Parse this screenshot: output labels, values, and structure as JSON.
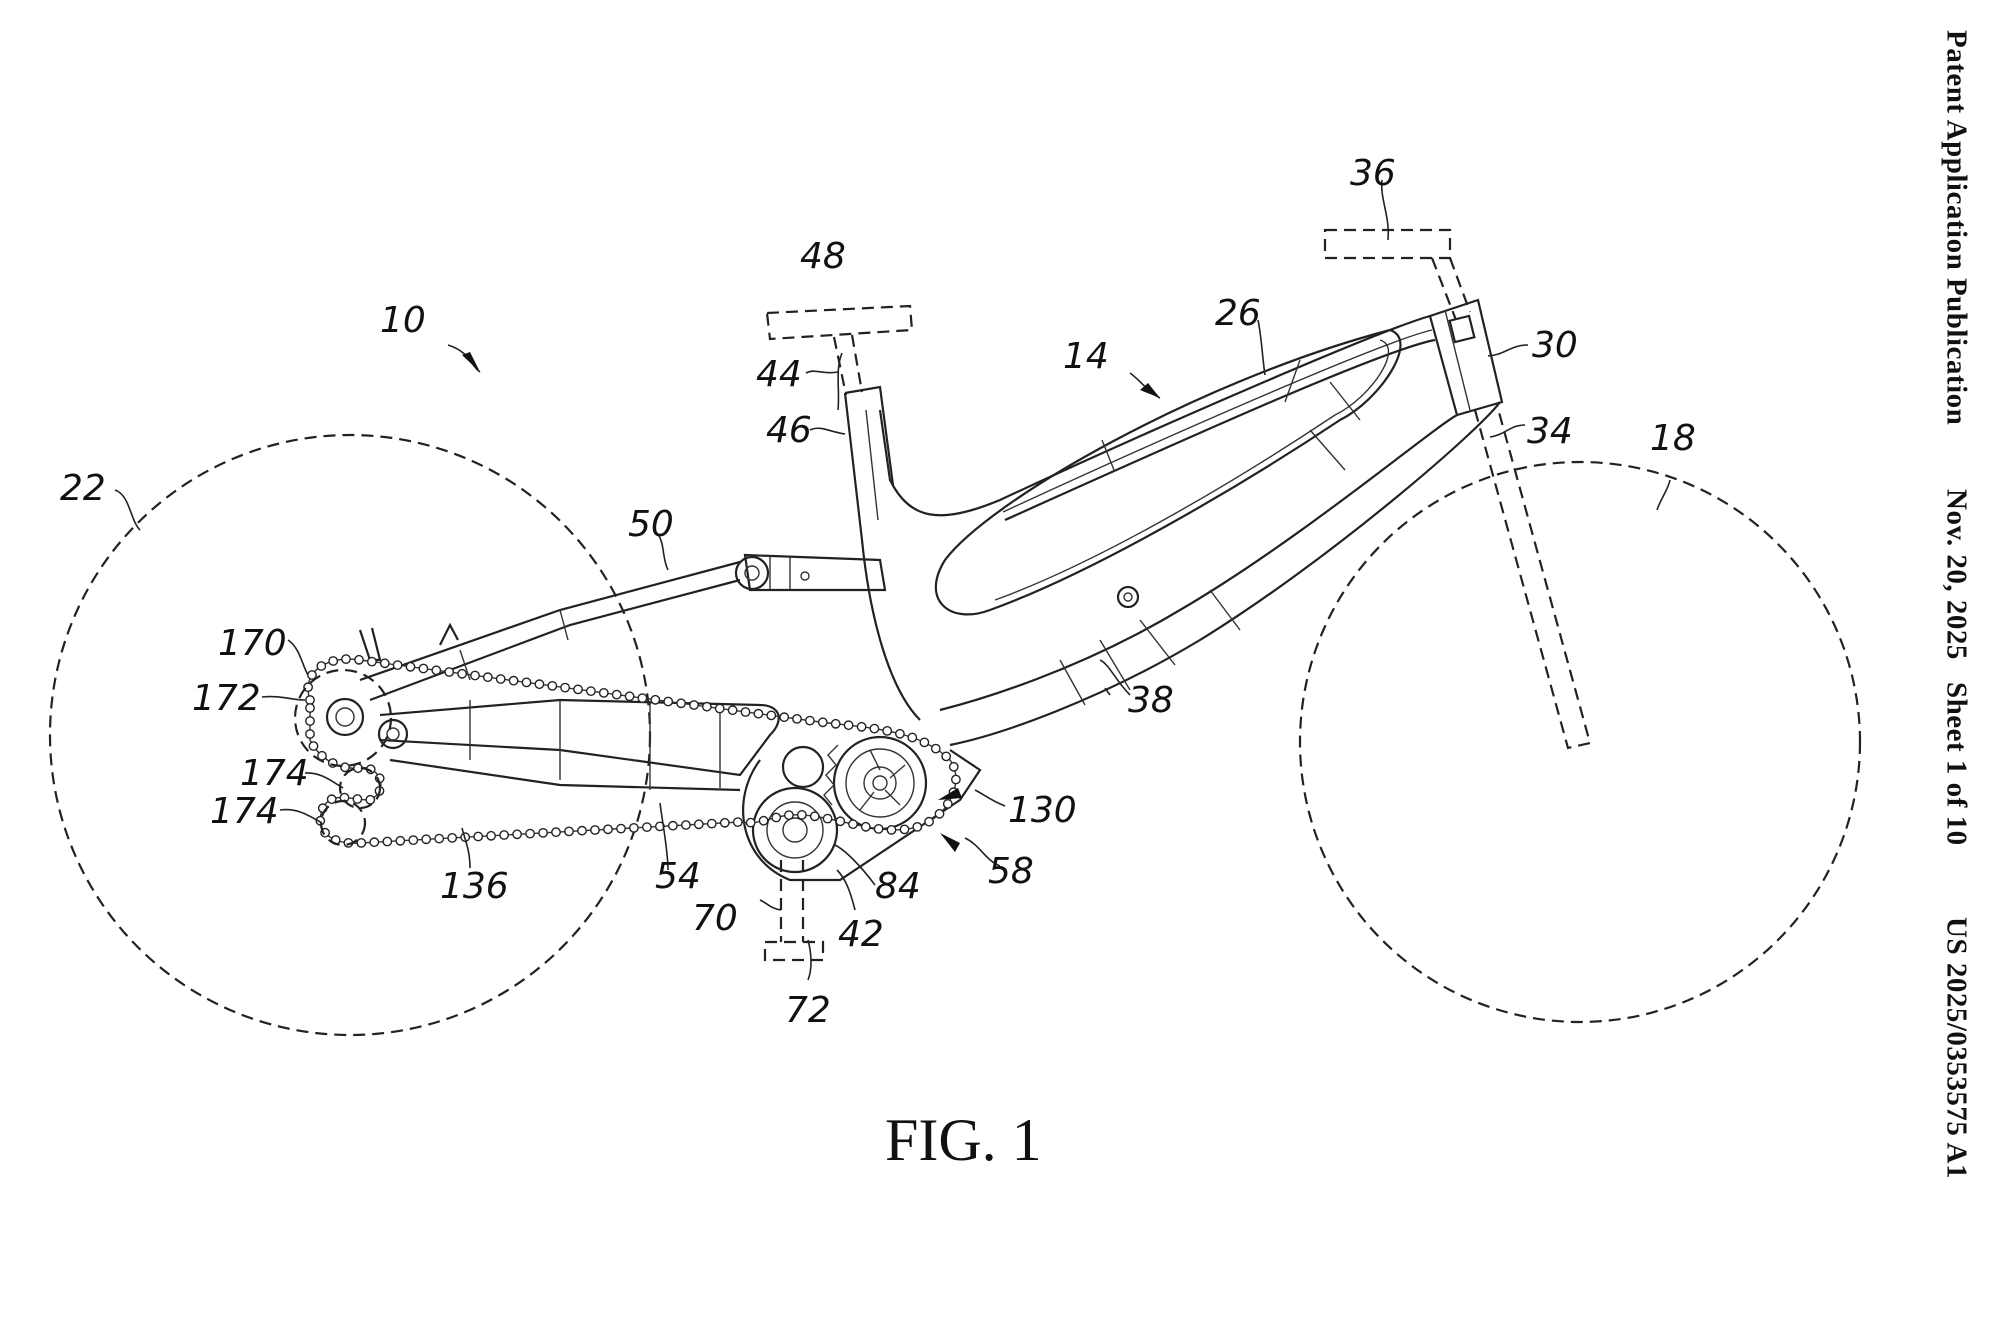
{
  "header": {
    "publication_type": "Patent Application Publication",
    "date": "Nov. 20, 2025",
    "sheet": "Sheet 1 of 10",
    "publication_number": "US 2025/0353575 A1"
  },
  "figure": {
    "caption": "FIG. 1",
    "reference_numerals": [
      {
        "id": "bicycle",
        "label": "10"
      },
      {
        "id": "frame",
        "label": "14"
      },
      {
        "id": "front-wheel",
        "label": "18"
      },
      {
        "id": "rear-wheel",
        "label": "22"
      },
      {
        "id": "top-tube",
        "label": "26"
      },
      {
        "id": "head-tube",
        "label": "30"
      },
      {
        "id": "fork",
        "label": "34"
      },
      {
        "id": "handlebar",
        "label": "36"
      },
      {
        "id": "down-tube",
        "label": "38"
      },
      {
        "id": "motor-housing",
        "label": "42"
      },
      {
        "id": "seat-post",
        "label": "44"
      },
      {
        "id": "seat-tube",
        "label": "46"
      },
      {
        "id": "saddle",
        "label": "48"
      },
      {
        "id": "seat-stay",
        "label": "50"
      },
      {
        "id": "chain-stay",
        "label": "54"
      },
      {
        "id": "drive-unit",
        "label": "58"
      },
      {
        "id": "crank-arm",
        "label": "70"
      },
      {
        "id": "pedal",
        "label": "72"
      },
      {
        "id": "housing-cover",
        "label": "84"
      },
      {
        "id": "drive-sprocket",
        "label": "130"
      },
      {
        "id": "chain",
        "label": "136"
      },
      {
        "id": "rear-sprocket",
        "label": "170"
      },
      {
        "id": "rear-axle",
        "label": "172"
      },
      {
        "id": "idler-upper",
        "label": "174"
      },
      {
        "id": "idler-lower",
        "label": "174"
      }
    ]
  }
}
